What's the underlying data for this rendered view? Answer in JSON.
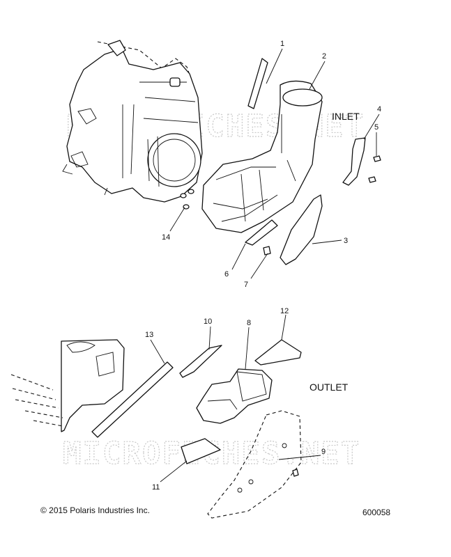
{
  "sections": {
    "inlet": "INLET",
    "outlet": "OUTLET"
  },
  "watermark": "MICROFICHES.NET",
  "callouts": [
    "1",
    "2",
    "3",
    "4",
    "5",
    "6",
    "7",
    "8",
    "9",
    "10",
    "11",
    "12",
    "13",
    "14"
  ],
  "footer": {
    "copyright": "© 2015 Polaris Industries Inc.",
    "diagram_number": "600058"
  }
}
